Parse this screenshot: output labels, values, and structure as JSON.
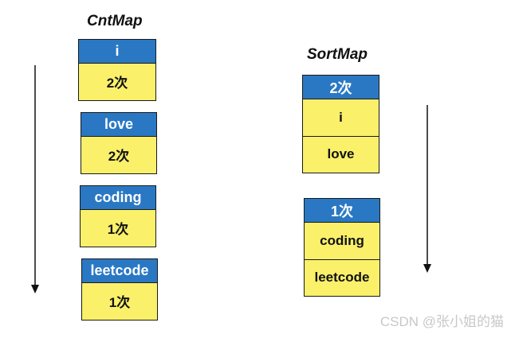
{
  "cntmap": {
    "title": "CntMap",
    "entries": [
      {
        "key": "i",
        "count": "2次"
      },
      {
        "key": "love",
        "count": "2次"
      },
      {
        "key": "coding",
        "count": "1次"
      },
      {
        "key": "leetcode",
        "count": "1次"
      }
    ]
  },
  "sortmap": {
    "title": "SortMap",
    "groups": [
      {
        "count": "2次",
        "keys": [
          "i",
          "love"
        ]
      },
      {
        "count": "1次",
        "keys": [
          "coding",
          "leetcode"
        ]
      }
    ]
  },
  "watermark": "CSDN @张小姐的猫",
  "colors": {
    "header": "#2a78c3",
    "cell": "#faf06a",
    "border": "#1a1a1a"
  }
}
